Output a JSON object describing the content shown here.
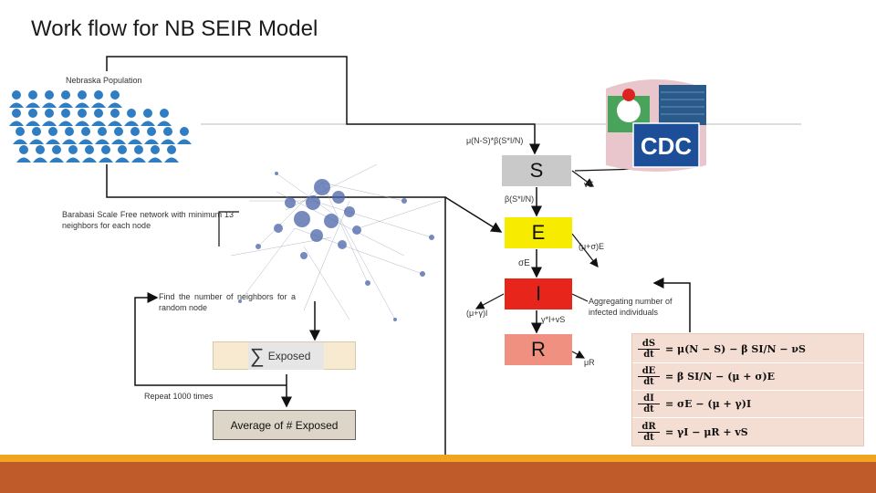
{
  "title": "Work flow for NB SEIR Model",
  "labels": {
    "population": "Nebraska Population",
    "network": "Barabasi Scale Free network with minimum 13 neighbors for each node",
    "find_neighbors": "Find the number of neighbors for a random node",
    "repeat": "Repeat 1000 times",
    "average": "Average of # Exposed",
    "sum_exposed": "Exposed",
    "aggregating": "Aggregating number of infected individuals",
    "cdc": "CDC"
  },
  "compartments": {
    "s": "S",
    "e": "E",
    "i": "I",
    "r": "R"
  },
  "flows": {
    "into_s": "μ(N-S)*β(S*I/N)",
    "vs": "vS",
    "s_to_e": "β(S*I/N)",
    "e_out": "(μ+σ)E",
    "e_to_i": "σE",
    "i_out": "(μ+γ)I",
    "i_to_r": "γ*I+vS",
    "r_out": "μR"
  },
  "equations": [
    {
      "num": "dS",
      "den": "dt",
      "rhs": "= μ(N − S) − β SI/N − νS"
    },
    {
      "num": "dE",
      "den": "dt",
      "rhs": "= β SI/N − (μ + σ)E"
    },
    {
      "num": "dI",
      "den": "dt",
      "rhs": "= σE − (μ + γ)I"
    },
    {
      "num": "dR",
      "den": "dt",
      "rhs": "= γI − μR + vS"
    }
  ],
  "colors": {
    "s": "#c9c9c9",
    "e": "#f7ec00",
    "i": "#e8251b",
    "r": "#f09080",
    "bottom_bar": "#bf5a2b",
    "bottom_line": "#f0a420",
    "people": "#2f7ec4"
  },
  "icons": [
    "people-map-icon",
    "network-graph-icon",
    "cdc-logo-icon"
  ]
}
